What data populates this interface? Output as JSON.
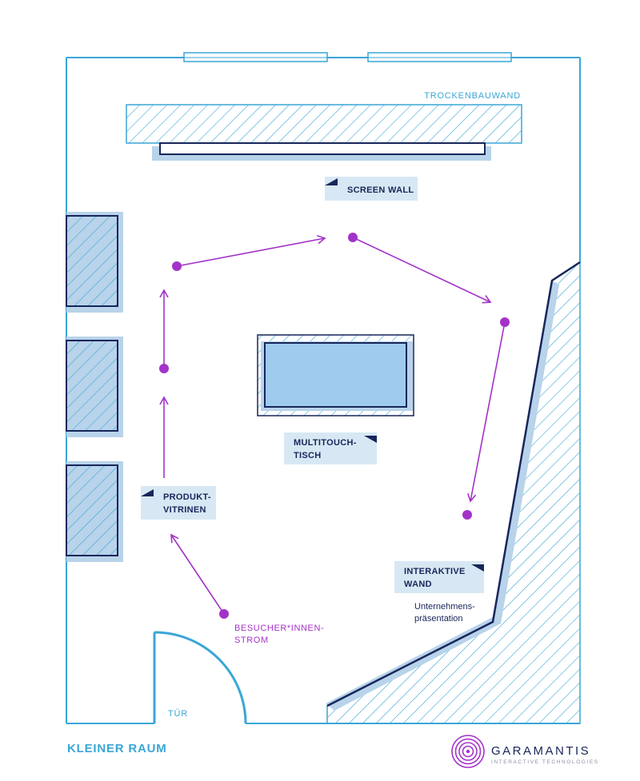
{
  "labels": {
    "trockenbauwand": "TROCKENBAUWAND",
    "screen_wall": "SCREEN WALL",
    "multitouch_line1": "MULTITOUCH-",
    "multitouch_line2": "TISCH",
    "produkt_line1": "PRODUKT-",
    "produkt_line2": "VITRINEN",
    "interaktive_line1": "INTERAKTIVE",
    "interaktive_line2": "WAND",
    "presentation_line1": "Unternehmens-",
    "presentation_line2": "präsentation",
    "flow_line1": "BESUCHER*INNEN-",
    "flow_line2": "STROM",
    "door": "TÜR"
  },
  "footer": {
    "room_title": "KLEINER RAUM",
    "brand_name": "GARAMANTIS",
    "brand_tagline": "INTERACTIVE TECHNOLOGIES"
  },
  "colors": {
    "wall": "#3aa6d6",
    "navy": "#17265a",
    "shadow": "#b8d3ea",
    "table_fill": "#9fcbef",
    "flow": "#a333c8",
    "label_bg": "#d7e8f4"
  },
  "icons": {
    "logo": "garamantis-spiral-logo"
  }
}
